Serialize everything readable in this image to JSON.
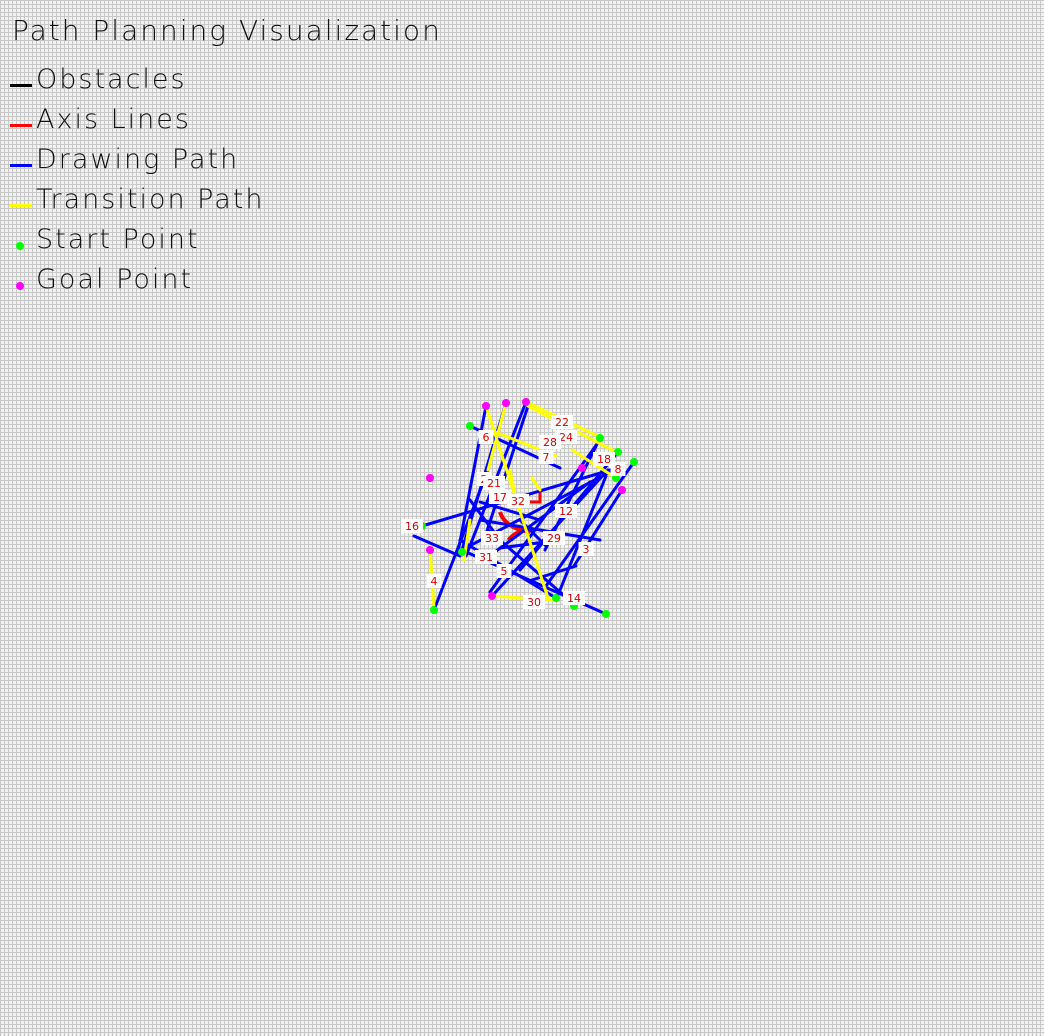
{
  "title": "Path Planning Visualization",
  "legend": [
    {
      "label": "Obstacles",
      "kind": "line",
      "color": "#000000"
    },
    {
      "label": "Axis Lines",
      "kind": "line",
      "color": "#ff0000"
    },
    {
      "label": "Drawing Path",
      "kind": "line",
      "color": "#0000ff"
    },
    {
      "label": "Transition Path",
      "kind": "line",
      "color": "#ffff00"
    },
    {
      "label": "Start Point",
      "kind": "dot",
      "color": "#00ff00"
    },
    {
      "label": "Goal Point",
      "kind": "dot",
      "color": "#ff00ff"
    }
  ],
  "colors": {
    "obstacle": "#000000",
    "axis": "#ff0000",
    "drawing": "#0000ff",
    "transition": "#ffff00",
    "start": "#00ff00",
    "goal": "#ff00ff",
    "background": "#f2f2f2",
    "grid": "#c8c8c8"
  },
  "path_labels": [
    "22",
    "24",
    "28",
    "6",
    "7",
    "18",
    "8",
    "2",
    "21",
    "17",
    "32",
    "12",
    "16",
    "33",
    "29",
    "3",
    "31",
    "5",
    "4",
    "30",
    "14"
  ]
}
